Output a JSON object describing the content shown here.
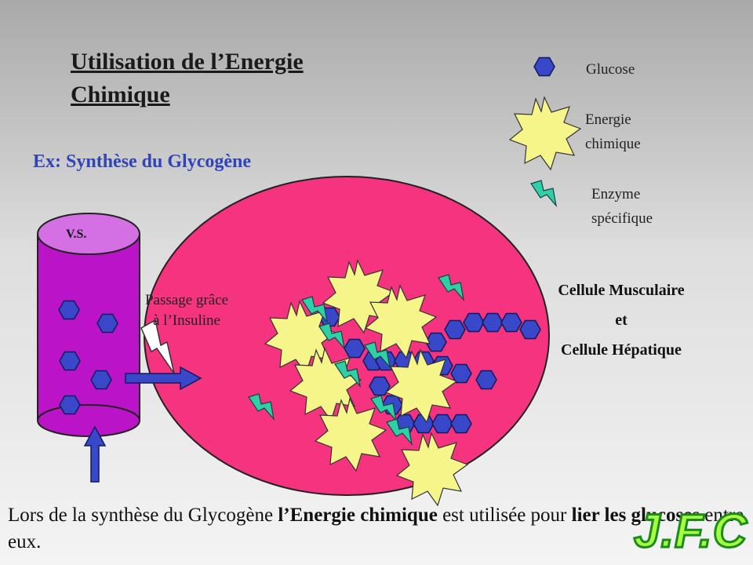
{
  "title": "Utilisation de l’Energie\nChimique",
  "subtitle": "Ex: Synthèse du Glycogène",
  "legend": {
    "glucose": "Glucose",
    "energie_line1": "Energie",
    "energie_line2": "chimique",
    "enzyme_line1": "Enzyme",
    "enzyme_line2": "spécifique"
  },
  "cell_label": {
    "line1": "Cellule Musculaire",
    "line2": "et",
    "line3": "Cellule Hépatique"
  },
  "vessel_label": "V.S.",
  "passage_line1": "Passage grâce",
  "passage_line2": "à l’Insuline",
  "caption": {
    "part1": "Lors de la synthèse du Glycogène ",
    "bold1": "l’Energie chimique",
    "part2": " est utilisée pour ",
    "bold2": "lier les glucoses",
    "part3": " entre eux."
  },
  "watermark": "J.F.C",
  "colors": {
    "cell": "#f5337e",
    "vessel": "#bb14c8",
    "vessel_top": "#d470e4",
    "glucose": "#3848c8",
    "energy_burst": "#f6f58a",
    "enzyme": "#2fd0a8",
    "arrow": "#3848c8",
    "title_blue": "#2f44b8"
  }
}
